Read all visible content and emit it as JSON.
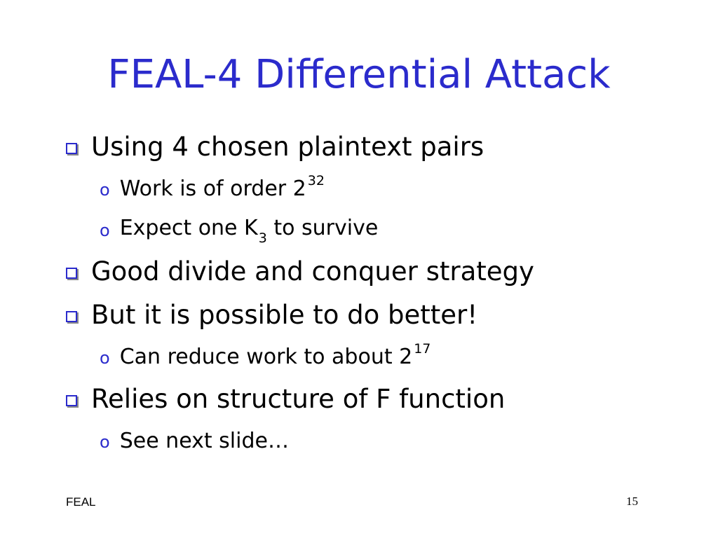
{
  "slide": {
    "title": "FEAL-4 Differential Attack",
    "bullets": [
      {
        "text": "Using 4 chosen plaintext pairs",
        "subs": [
          {
            "text": "Work is of order 2",
            "superscript": "32"
          },
          {
            "text": "Expect one K",
            "subscript": "3",
            "after": " to survive"
          }
        ]
      },
      {
        "text": "Good divide and conquer strategy"
      },
      {
        "text": "But it is possible to do better!",
        "subs": [
          {
            "text": "Can reduce work to about 2",
            "superscript": "17"
          }
        ]
      },
      {
        "text": "Relies on structure of F function",
        "subs": [
          {
            "text": "See next slide…"
          }
        ]
      }
    ],
    "sub_marker": "o",
    "footer_left": "FEAL",
    "page_number": "15"
  },
  "colors": {
    "title": "#2b2bcc",
    "bullet_marker": "#2b2bcc",
    "body_text": "#000000"
  },
  "icons": {
    "bullet": "square-bullet-icon"
  }
}
